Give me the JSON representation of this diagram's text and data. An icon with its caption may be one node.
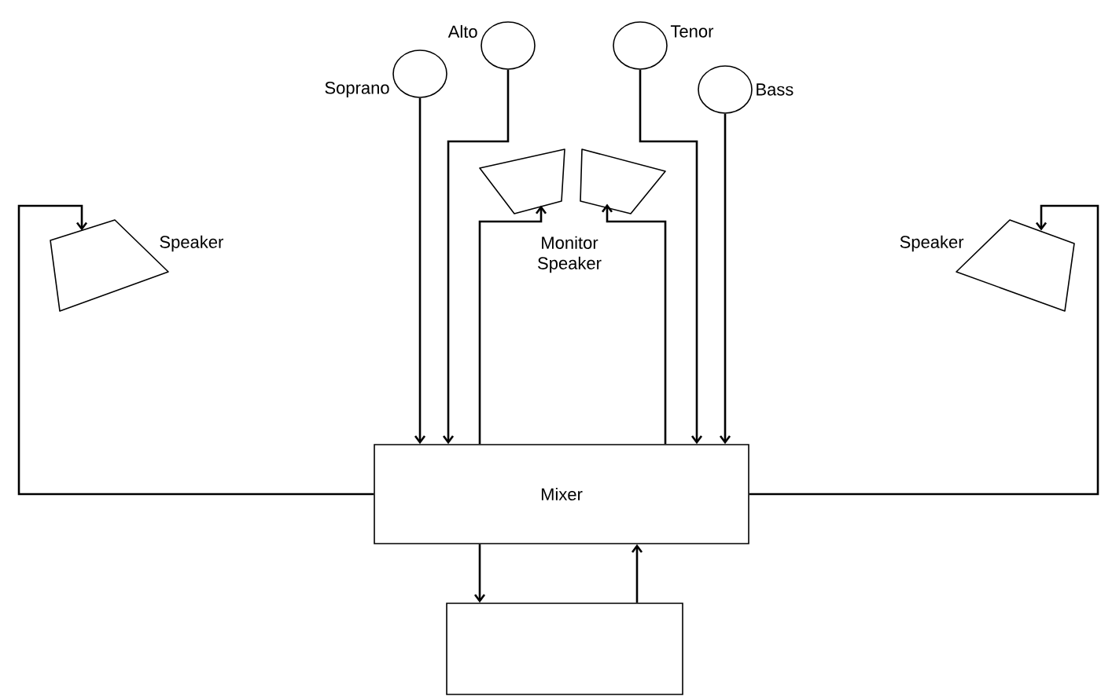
{
  "diagram": {
    "nodes": [
      {
        "text": [
          "Soprano"
        ]
      },
      {
        "text": [
          "Alto"
        ]
      },
      {
        "text": [
          "Tenor"
        ]
      },
      {
        "text": [
          "Bass"
        ]
      },
      {
        "text": [
          "Speaker"
        ]
      },
      {
        "text": [],
        "shape": "trapezoid"
      },
      {
        "text": [],
        "shape": "trapezoid"
      },
      {
        "text": [
          "Speaker"
        ]
      },
      {
        "text": [
          "Mixer"
        ]
      },
      {
        "text": [],
        "shape": "box"
      }
    ],
    "edges": [
      {
        "from": 0,
        "to": 8,
        "arrow": "to"
      },
      {
        "from": 1,
        "to": 8,
        "arrow": "to"
      },
      {
        "from": 2,
        "to": 8,
        "arrow": "to"
      },
      {
        "from": 3,
        "to": 8,
        "arrow": "to"
      },
      {
        "from": 8,
        "to": 4,
        "arrow": "to"
      },
      {
        "from": 8,
        "to": 5,
        "arrow": "to"
      },
      {
        "from": 8,
        "to": 6,
        "arrow": "to"
      },
      {
        "from": 8,
        "to": 7,
        "arrow": "to"
      },
      {
        "from": 8,
        "to": 9,
        "arrow": "to"
      },
      {
        "from": 9,
        "to": 8,
        "arrow": "to"
      }
    ],
    "labels": [
      "Monitor Speaker"
    ]
  }
}
